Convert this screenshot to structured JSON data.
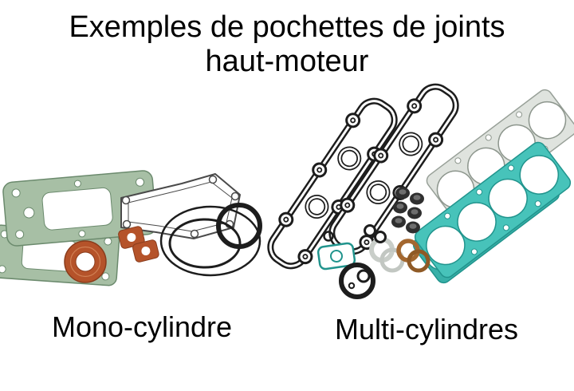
{
  "title": {
    "line1": "Exemples de pochettes de joints",
    "line2": "haut-moteur"
  },
  "figures": {
    "mono": {
      "caption": "Mono-cylindre",
      "illustration": "mono-cylinder-gasket-kit"
    },
    "multi": {
      "caption": "Multi-cylindres",
      "illustration": "multi-cylinder-gasket-kit"
    }
  },
  "colors": {
    "background": "#ffffff",
    "text": "#000000",
    "gasket_green": "#a7bfa5",
    "gasket_green_edge": "#6b8a6d",
    "gasket_teal": "#47c3ba",
    "gasket_teal_edge": "#21948d",
    "gasket_teal_back": "#38b0a8",
    "gasket_grey": "#dfe3de",
    "gasket_grey_edge": "#98a098",
    "ring_rust": "#b5532a",
    "ring_rust_edge": "#8a3c1c",
    "ring_copper": "#a3672f",
    "outline_black": "#1d1d1d"
  }
}
